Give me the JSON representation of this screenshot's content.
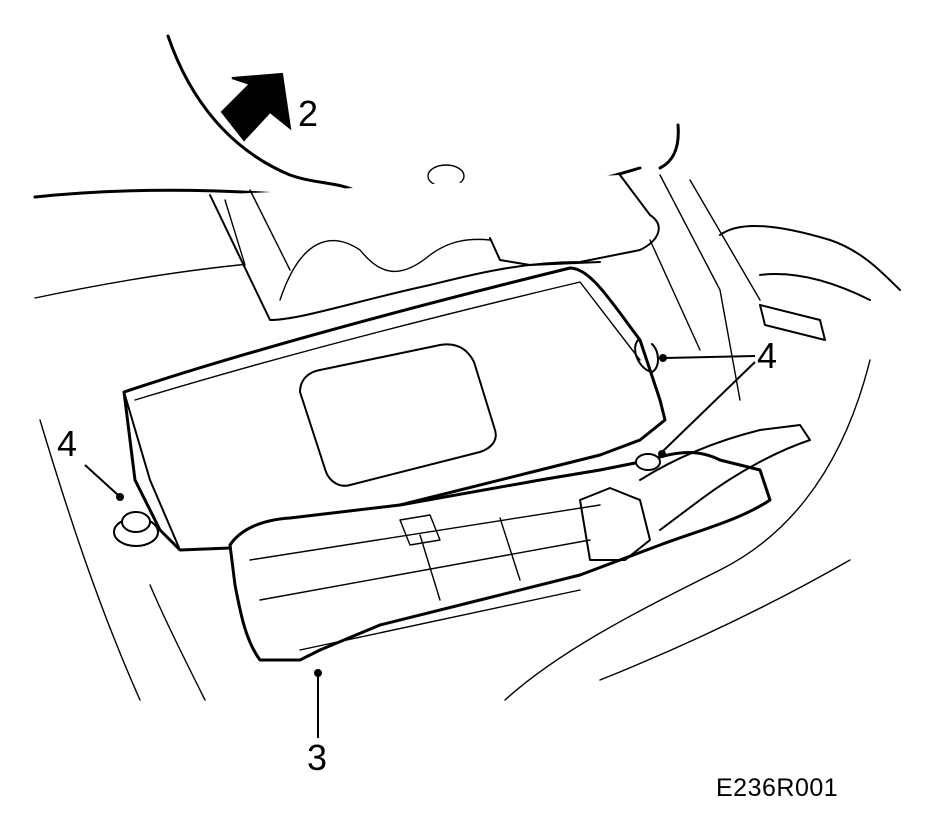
{
  "callouts": {
    "arrow_direction": "2",
    "control_module": "3",
    "fasteners_right": "4",
    "fastener_left": "4"
  },
  "figure_code": "E236R001"
}
